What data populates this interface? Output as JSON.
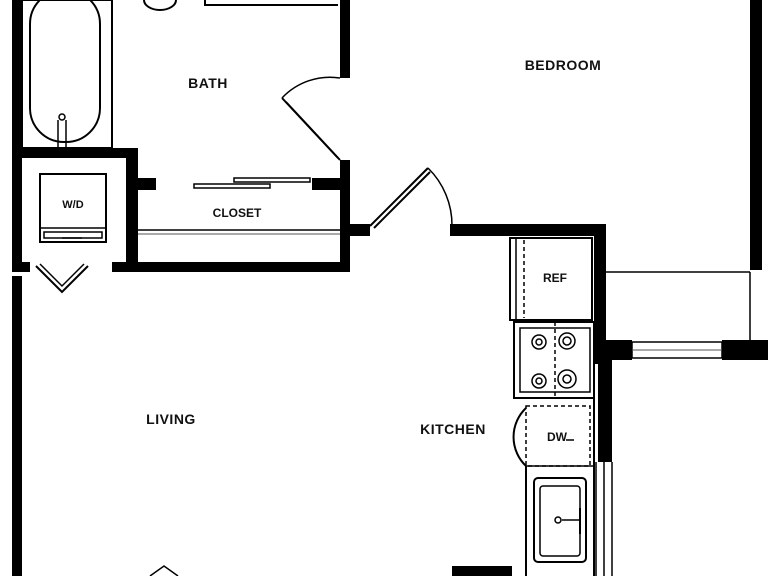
{
  "floor_plan": {
    "rooms": {
      "bath": "BATH",
      "bedroom": "BEDROOM",
      "closet": "CLOSET",
      "living": "LIVING",
      "kitchen": "KITCHEN"
    },
    "fixtures": {
      "washer_dryer": "W/D",
      "refrigerator": "REF",
      "dishwasher": "DW"
    },
    "colors": {
      "wall": "#000000",
      "background": "#ffffff"
    }
  }
}
